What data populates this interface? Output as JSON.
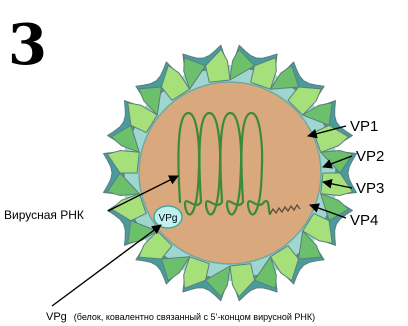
{
  "panel_number": "3",
  "colors": {
    "core": "#d9a87c",
    "core_outline": "#6fa9a4",
    "vp1": "#4a9b9e",
    "vp2": "#6cc06c",
    "vp3": "#a6e07a",
    "vp4": "#9fd6cf",
    "outline": "#5a7f7a",
    "rna": "#3a8a3a",
    "vpg_fill": "#bff2ee",
    "vpg_stroke": "#4aa6a0",
    "arrow": "#000000"
  },
  "labels": {
    "vp1": "VP1",
    "vp2": "VP2",
    "vp3": "VP3",
    "vp4": "VP4",
    "rna": "Вирусная РНК",
    "vpg": "VPg"
  },
  "caption": {
    "term": "VPg",
    "description": "(белок, ковалентно связанный с 5’-концом вирусной РНК)"
  }
}
